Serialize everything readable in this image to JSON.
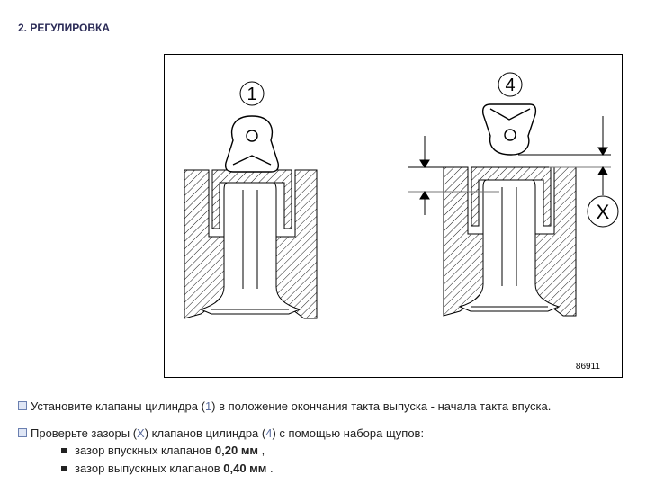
{
  "heading": "2. РЕГУЛИРОВКА",
  "figure": {
    "label_1": "1",
    "label_4": "4",
    "label_x": "X",
    "figure_number": "86911"
  },
  "steps": [
    {
      "pre": "Установите клапаны цилиндра (",
      "ref": "1",
      "post": ") в положение окончания такта выпуска - начала такта впуска."
    },
    {
      "pre": "Проверьте зазоры (",
      "ref": "X",
      "mid": ") клапанов цилиндра (",
      "ref2": "4",
      "post": ") с помощью набора щупов:"
    }
  ],
  "clearances": [
    {
      "text": "зазор впускных клапанов ",
      "value": "0,20 мм",
      "end": " ,"
    },
    {
      "text": "зазор выпускных клапанов ",
      "value": "0,40 мм",
      "end": " ."
    }
  ]
}
